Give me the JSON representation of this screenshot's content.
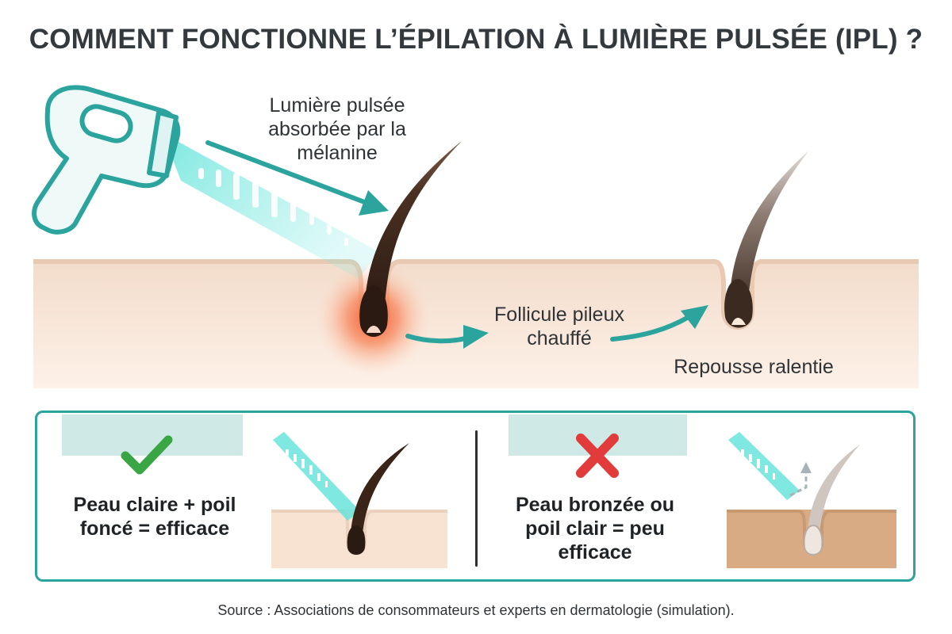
{
  "title": "COMMENT FONCTIONNE L’ÉPILATION À LUMIÈRE PULSÉE (IPL) ?",
  "labels": {
    "light_absorbed": "Lumière pulsée absorbée par la mélanine",
    "follicle_heated": "Follicule pileux chauffé",
    "regrowth_slowed": "Repousse ralentie"
  },
  "comparison": {
    "good": {
      "icon": "check-icon",
      "text": "Peau claire + poil foncé = efficace"
    },
    "bad": {
      "icon": "cross-icon",
      "text": "Peau bronzée ou poil clair = peu efficace"
    }
  },
  "source": "Source : Associations de consommateurs et experts en dermatologie (simulation).",
  "colors": {
    "teal": "#2aa49d",
    "light_beam": "#58e0d6",
    "skin_light": "#f8e2d2",
    "skin_tan": "#d8ab84",
    "heat": "#f26a3c",
    "check": "#3aa544",
    "cross": "#e23b3b"
  }
}
